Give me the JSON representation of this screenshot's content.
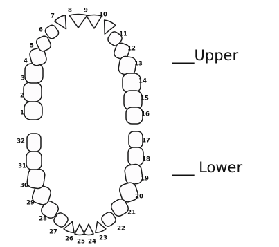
{
  "labels": {
    "upper": "___Upper",
    "lower": "___ Lower"
  },
  "teeth": {
    "upper": [
      "1",
      "2",
      "3",
      "4",
      "5",
      "6",
      "7",
      "8",
      "9",
      "10",
      "11",
      "12",
      "13",
      "14",
      "15",
      "16"
    ],
    "lower": [
      "17",
      "18",
      "19",
      "20",
      "21",
      "22",
      "23",
      "24",
      "25",
      "26",
      "27",
      "28",
      "29",
      "30",
      "31",
      "32"
    ]
  }
}
